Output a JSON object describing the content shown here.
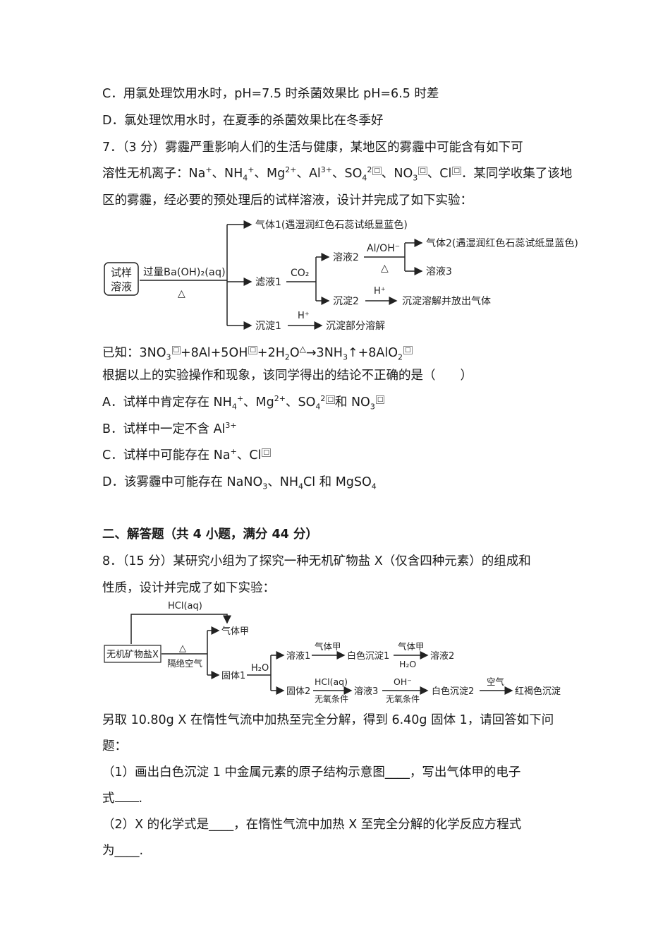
{
  "q6": {
    "optC": "C．用氯处理饮用水时，pH=7.5 时杀菌效果比 pH=6.5 时差",
    "optD": "D．氯处理饮用水时，在夏季的杀菌效果比在冬季好"
  },
  "q7": {
    "stem1": "7．（3 分）雾霾严重影响人们的生活与健康，某地区的雾霾中可能含有如下可",
    "stem2_pre": "溶性无机离子：",
    "stem2_post": "．某同学收集了该地",
    "stem3": "区的雾霾，经必要的预处理后的试样溶液，设计并完成了如下实验：",
    "known_label": "已知：",
    "question": "根据以上的实验操作和现象，该同学得出的结论不正确的是（　　）",
    "optA_pre": "A．试样中肯定存在",
    "optB_pre": "B．试样中一定不含",
    "optC_pre": "C．试样中可能存在",
    "optD_pre": "D．该雾霾中可能存在",
    "diagram": {
      "sample_line1": "试样",
      "sample_line2": "溶液",
      "reagent1": "过量Ba(OH)₂(aq)",
      "heat": "△",
      "gas1": "气体1(遇湿润红色石蕊试纸显蓝色)",
      "filtrate1": "滤液1",
      "co2": "CO₂",
      "solution2": "溶液2",
      "al_oh": "Al/OH⁻",
      "gas2": "气体2(遇湿润红色石蕊试纸显蓝色)",
      "solution3": "溶液3",
      "precip2": "沉淀2",
      "h_plus": "H⁺",
      "precip2_result": "沉淀溶解并放出气体",
      "precip1": "沉淀1",
      "precip1_result": "沉淀部分溶解"
    }
  },
  "section2": {
    "title": "二、解答题（共 4 小题，满分 44 分）"
  },
  "q8": {
    "stem1": "8．（15 分）某研究小组为了探究一种无机矿物盐 X（仅含四种元素）的组成和",
    "stem2": "性质，设计并完成了如下实验：",
    "para1": "另取 10.80g X 在惰性气流中加热至完全分解，得到 6.40g 固体 1，请回答如下问",
    "para2": "题：",
    "sub1_a": "（1）画出白色沉淀 1 中金属元素的原子结构示意图____，写出气体甲的电子",
    "sub1_b": "式",
    "sub2_a": "（2）X 的化学式是____，在惰性气流中加热 X 至完全分解的化学反应方程式",
    "sub2_b": "为____.",
    "diagram": {
      "hcl_top": "HCl(aq)",
      "mineral": "无机矿物盐X",
      "heat": "△",
      "isolate_air": "隔绝空气",
      "gas_jia": "气体甲",
      "solid1": "固体1",
      "h2o": "H₂O",
      "solution1": "溶液1",
      "gas_jia2": "气体甲",
      "white_ppt1": "白色沉淀1",
      "gas_jia3": "气体甲",
      "h2o2": "H₂O",
      "solution2": "溶液2",
      "solid2": "固体2",
      "hcl2": "HCl(aq)",
      "anaerobic1": "无氧条件",
      "solution3": "溶液3",
      "oh": "OH⁻",
      "anaerobic2": "无氧条件",
      "white_ppt2": "白色沉淀2",
      "air": "空气",
      "red_brown": "红褐色沉淀"
    }
  }
}
